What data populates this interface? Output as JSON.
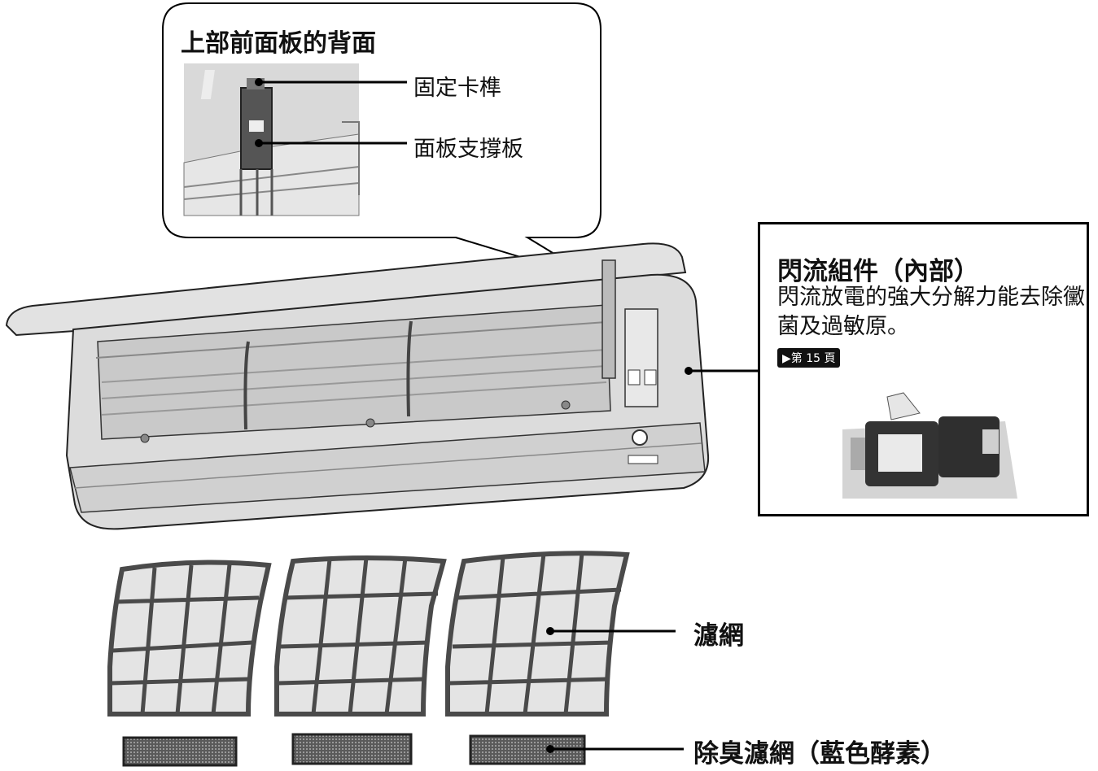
{
  "callout": {
    "title": "上部前面板的背面",
    "label_stopper": "固定卡榫",
    "label_support": "面板支撐板"
  },
  "flash_box": {
    "title": "閃流組件（內部）",
    "description": "閃流放電的強大分解力能去除黴菌及過敏原。",
    "page_ref": "▶第 15 頁"
  },
  "labels": {
    "air_filter": "濾網",
    "deodorizing_filter": "除臭濾網（藍色酵素）"
  },
  "colors": {
    "line": "#000000",
    "unit_body": "#dcdcdc",
    "unit_shadow": "#bdbdbd",
    "filter_frame": "#4a4a4a",
    "filter_mesh": "#e4e4e4",
    "photo_bg": "#d9d9d9"
  }
}
